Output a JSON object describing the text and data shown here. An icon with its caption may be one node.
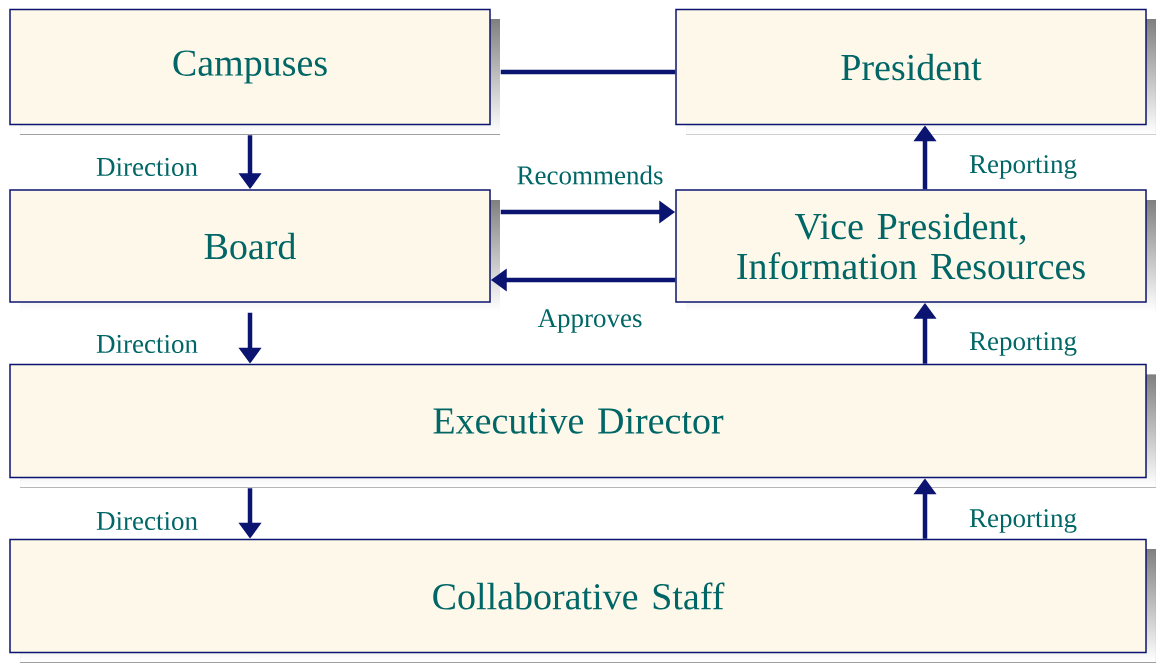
{
  "diagram": {
    "nodes": [
      {
        "text": [
          "Campuses"
        ]
      },
      {
        "text": [
          "President"
        ]
      },
      {
        "text": [
          "Board"
        ]
      },
      {
        "text": [
          "Vice President, Information Resources"
        ]
      },
      {
        "text": [
          "Executive Director"
        ]
      },
      {
        "text": [
          "Collaborative Staff"
        ]
      }
    ],
    "edges": [
      {
        "from": 0,
        "to": 1,
        "arrow": "none"
      },
      {
        "from": 0,
        "to": 2,
        "arrow": "to",
        "label": "Direction"
      },
      {
        "from": 2,
        "to": 3,
        "arrow": "to",
        "label": "Recommends"
      },
      {
        "from": 3,
        "to": 2,
        "arrow": "to",
        "label": "Approves"
      },
      {
        "from": 3,
        "to": 1,
        "arrow": "to",
        "label": "Reporting"
      },
      {
        "from": 2,
        "to": 4,
        "arrow": "to",
        "label": "Direction"
      },
      {
        "from": 4,
        "to": 3,
        "arrow": "to",
        "label": "Reporting"
      },
      {
        "from": 4,
        "to": 5,
        "arrow": "to",
        "label": "Direction"
      },
      {
        "from": 5,
        "to": 4,
        "arrow": "to",
        "label": "Reporting"
      }
    ]
  }
}
